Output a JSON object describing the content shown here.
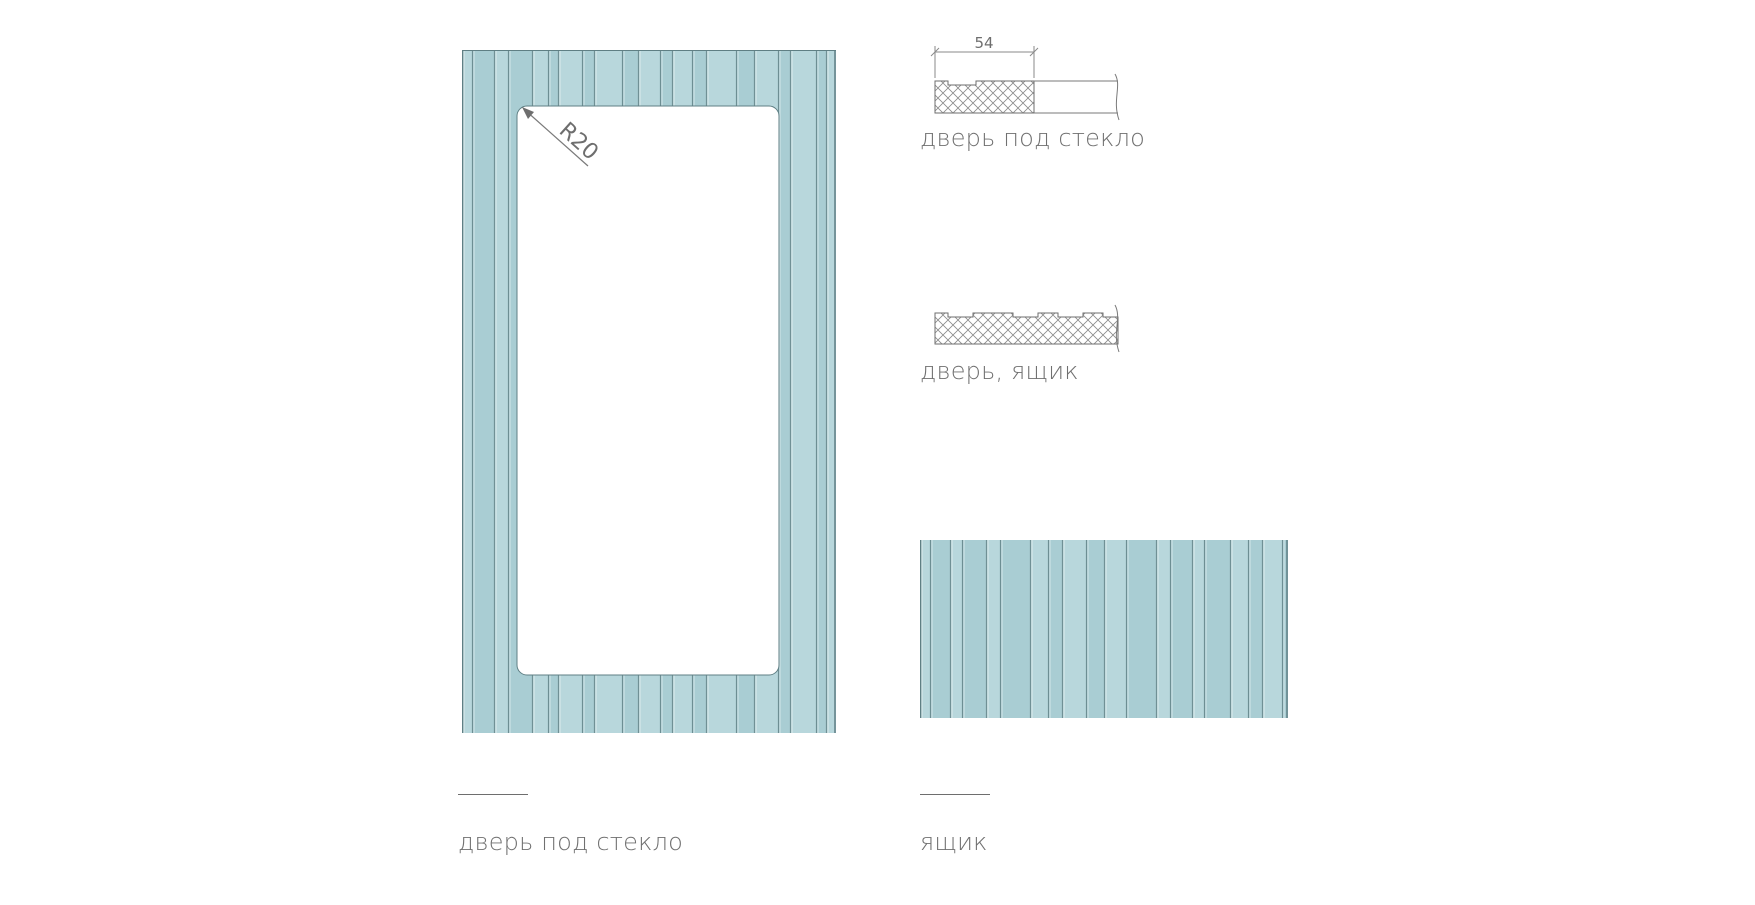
{
  "colors": {
    "panel_fill": "#a9cdd3",
    "panel_light": "#c4e0e4",
    "panel_groove": "#5f7f84",
    "line": "#7a7a7a"
  },
  "door_frame": {
    "radius_label": "R20",
    "caption": "дверь под стекло"
  },
  "profile_glass": {
    "dimension_label": "54",
    "caption": "дверь под стекло"
  },
  "profile_solid": {
    "caption": "дверь, ящик"
  },
  "drawer": {
    "caption": "ящик"
  }
}
